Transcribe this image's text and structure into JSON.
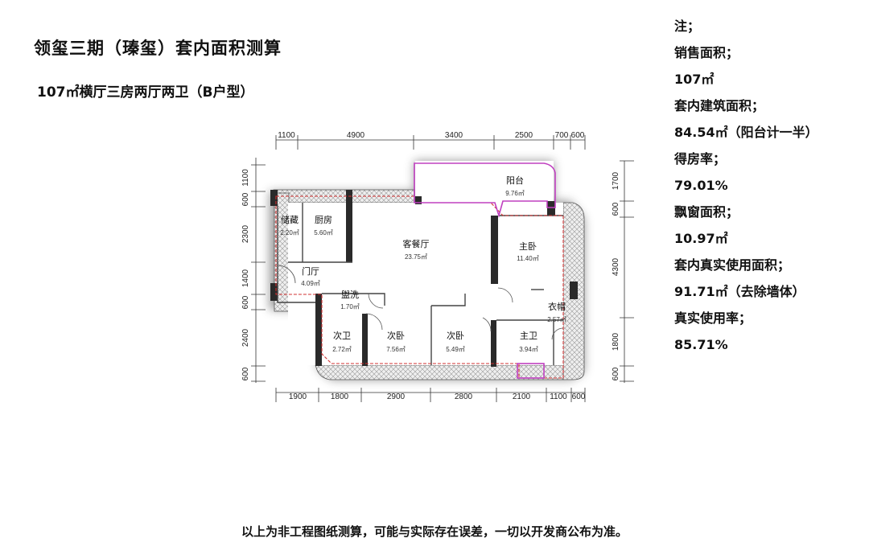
{
  "header": {
    "title": "领玺三期（瑧玺）套内面积测算",
    "subtitle": "107㎡横厅三房两厅两卫（B户型）"
  },
  "notes": [
    "注；",
    "销售面积；",
    "107㎡",
    "套内建筑面积；",
    "84.54㎡（阳台计一半）",
    "得房率；",
    "79.01%",
    "飘窗面积；",
    "10.97㎡",
    "套内真实使用面积；",
    "91.71㎡（去除墙体）",
    "真实使用率；",
    "85.71%"
  ],
  "plan": {
    "top_dims": [
      "1100",
      "4900",
      "3400",
      "2500",
      "700",
      "600"
    ],
    "bottom_dims": [
      "1900",
      "1800",
      "2900",
      "2800",
      "2100",
      "1100",
      "600"
    ],
    "left_dims": [
      "1100",
      "600",
      "2300",
      "1400",
      "600",
      "2400",
      "600"
    ],
    "right_dims": [
      "1700",
      "600",
      "4300",
      "1800",
      "600"
    ],
    "rooms": [
      {
        "name": "储藏",
        "area": "2.20㎡"
      },
      {
        "name": "厨房",
        "area": "5.60㎡"
      },
      {
        "name": "门厅",
        "area": "4.09㎡"
      },
      {
        "name": "客餐厅",
        "area": "23.75㎡"
      },
      {
        "name": "阳台",
        "area": "9.76㎡"
      },
      {
        "name": "主卧",
        "area": "11.40㎡"
      },
      {
        "name": "盥洗",
        "area": "1.70㎡"
      },
      {
        "name": "次卫",
        "area": "2.72㎡"
      },
      {
        "name": "次卧",
        "area": "7.56㎡"
      },
      {
        "name": "次卧",
        "area": "5.49㎡"
      },
      {
        "name": "主卫",
        "area": "3.94㎡"
      },
      {
        "name": "衣帽",
        "area": "2.57㎡"
      }
    ]
  },
  "footer": "以上为非工程图纸测算，可能与实际存在误差，一切以开发商公布为准。"
}
